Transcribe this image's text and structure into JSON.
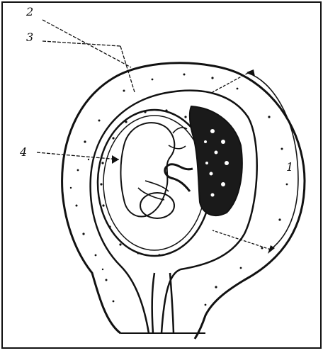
{
  "labels": {
    "l1": "1",
    "l2": "2",
    "l3": "3",
    "l4": "4"
  },
  "colors": {
    "ink": "#111111",
    "paper": "#ffffff"
  }
}
